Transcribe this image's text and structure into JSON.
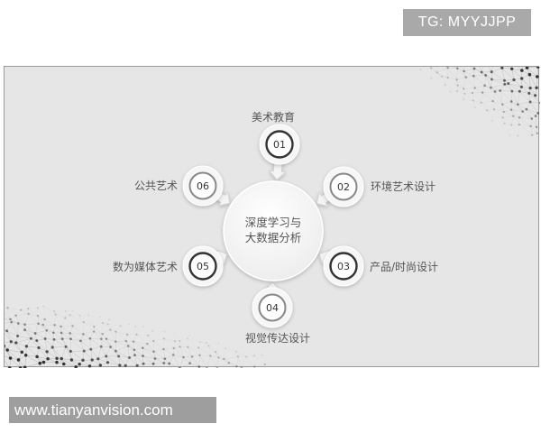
{
  "top_badge": "TG: MYYJJPP",
  "bottom_badge": "www.tianyanvision.com",
  "center": {
    "line1": "深度学习与",
    "line2": "大数据分析"
  },
  "nodes": [
    {
      "number": "01",
      "label": "美术教育",
      "emphasized": true
    },
    {
      "number": "02",
      "label": "环境艺术设计",
      "emphasized": false
    },
    {
      "number": "03",
      "label": "产品/时尚设计",
      "emphasized": true
    },
    {
      "number": "04",
      "label": "视觉传达设计",
      "emphasized": false
    },
    {
      "number": "05",
      "label": "数为媒体艺术",
      "emphasized": true
    },
    {
      "number": "06",
      "label": "公共艺术",
      "emphasized": false
    }
  ],
  "colors": {
    "background": "#e6e6e6",
    "badge": "#a9a9a9",
    "node_fill": "#f5f5f5",
    "ring_emphasized": "#333333",
    "ring_normal": "#888888",
    "text": "#555555"
  }
}
